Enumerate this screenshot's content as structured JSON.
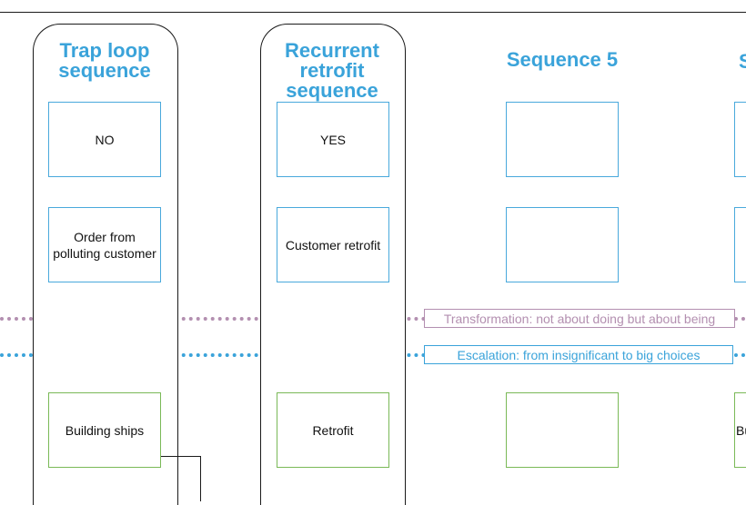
{
  "lanes": [
    {
      "title": "Trap loop sequence",
      "top_box": "NO",
      "middle_box": "Order from polluting customer",
      "bottom_box": "Building ships"
    },
    {
      "title": "Recurrent retrofit sequence",
      "top_box": "YES",
      "middle_box": "Customer retrofit",
      "bottom_box": "Retrofit"
    },
    {
      "title": "Sequence 5",
      "top_box": "",
      "middle_box": "",
      "bottom_box": ""
    },
    {
      "title_partial": "S",
      "bottom_box_partial": "Bu"
    }
  ],
  "bands": {
    "transformation": "Transformation: not about doing but about being",
    "escalation": "Escalation: from insignificant to big choices"
  },
  "colors": {
    "title": "#3aa3da",
    "box_blue": "#49a9dc",
    "box_green": "#7ab957",
    "band_purple": "#b38fb0",
    "band_blue": "#3aa3da"
  }
}
